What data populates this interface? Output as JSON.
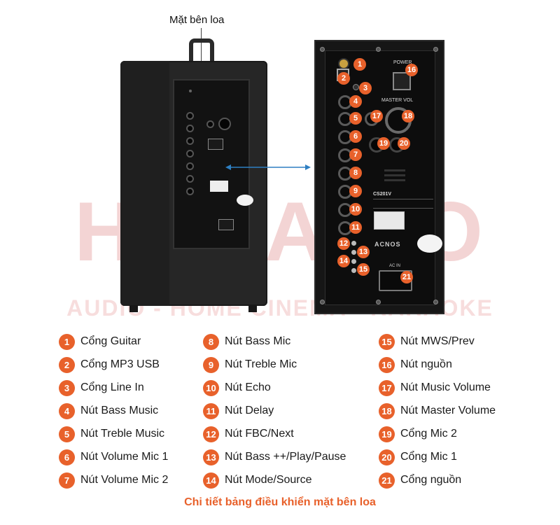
{
  "header": {
    "side_label": "Mặt bên loa"
  },
  "watermark": {
    "brand": "HDRADIO",
    "tagline": "AUDIO - HOME CINEMA - KARAOKE"
  },
  "panel": {
    "power": "POWER",
    "master_vol": "MASTER VOL",
    "model": "CS201V",
    "brand": "ACNOS",
    "ac_in": "AC IN"
  },
  "legend": [
    {
      "num": "1",
      "label": "Cổng Guitar"
    },
    {
      "num": "2",
      "label": "Cổng MP3 USB"
    },
    {
      "num": "3",
      "label": "Cổng Line In"
    },
    {
      "num": "4",
      "label": "Nút Bass Music"
    },
    {
      "num": "5",
      "label": "Nút Treble Music"
    },
    {
      "num": "6",
      "label": "Nút Volume Mic 1"
    },
    {
      "num": "7",
      "label": "Nút Volume Mic 2"
    },
    {
      "num": "8",
      "label": "Nút Bass Mic"
    },
    {
      "num": "9",
      "label": "Nút Treble Mic"
    },
    {
      "num": "10",
      "label": "Nút Echo"
    },
    {
      "num": "11",
      "label": "Nút Delay"
    },
    {
      "num": "12",
      "label": "Nút FBC/Next"
    },
    {
      "num": "13",
      "label": "Nút Bass ++/Play/Pause"
    },
    {
      "num": "14",
      "label": "Nút Mode/Source"
    },
    {
      "num": "15",
      "label": "Nút MWS/Prev"
    },
    {
      "num": "16",
      "label": "Nút nguồn"
    },
    {
      "num": "17",
      "label": "Nút Music Volume"
    },
    {
      "num": "18",
      "label": "Nút Master Volume"
    },
    {
      "num": "19",
      "label": "Cổng Mic 2"
    },
    {
      "num": "20",
      "label": "Cổng Mic 1"
    },
    {
      "num": "21",
      "label": "Cổng nguồn"
    }
  ],
  "caption": "Chi tiết bảng điều khiển mặt bên loa",
  "colors": {
    "accent": "#e8612b"
  }
}
